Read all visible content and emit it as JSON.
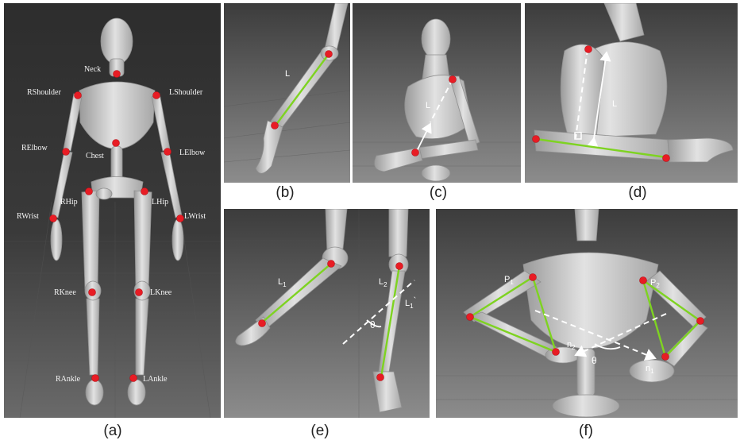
{
  "panel_a": {
    "caption": "(a)",
    "joints": {
      "neck": "Neck",
      "rshoulder": "RShoulder",
      "lshoulder": "LShoulder",
      "relbow": "RElbow",
      "lelbow": "LElbow",
      "chest": "Chest",
      "rhip": "RHip",
      "lhip": "LHip",
      "rwrist": "RWrist",
      "lwrist": "LWrist",
      "rknee": "RKnee",
      "lknee": "LKnee",
      "rankle": "RAnkle",
      "lankle": "LAnkle"
    }
  },
  "panel_b": {
    "caption": "(b)",
    "length_label": "L"
  },
  "panel_c": {
    "caption": "(c)",
    "length_label": "L"
  },
  "panel_d": {
    "caption": "(d)",
    "length_label": "L"
  },
  "panel_e": {
    "caption": "(e)",
    "length_1": "L",
    "length_1_sub": "1",
    "length_2": "L",
    "length_2_sub": "2",
    "length_1_prime": "L",
    "length_1_prime_sub": "1",
    "length_1_prime_mark": "`",
    "angle": "θ"
  },
  "panel_f": {
    "caption": "(f)",
    "p1": "P",
    "p1_sub": "1",
    "p2": "P",
    "p2_sub": "2",
    "n1": "n",
    "n1_sub": "1",
    "n2": "n",
    "n2_sub": "2",
    "angle": "θ"
  }
}
